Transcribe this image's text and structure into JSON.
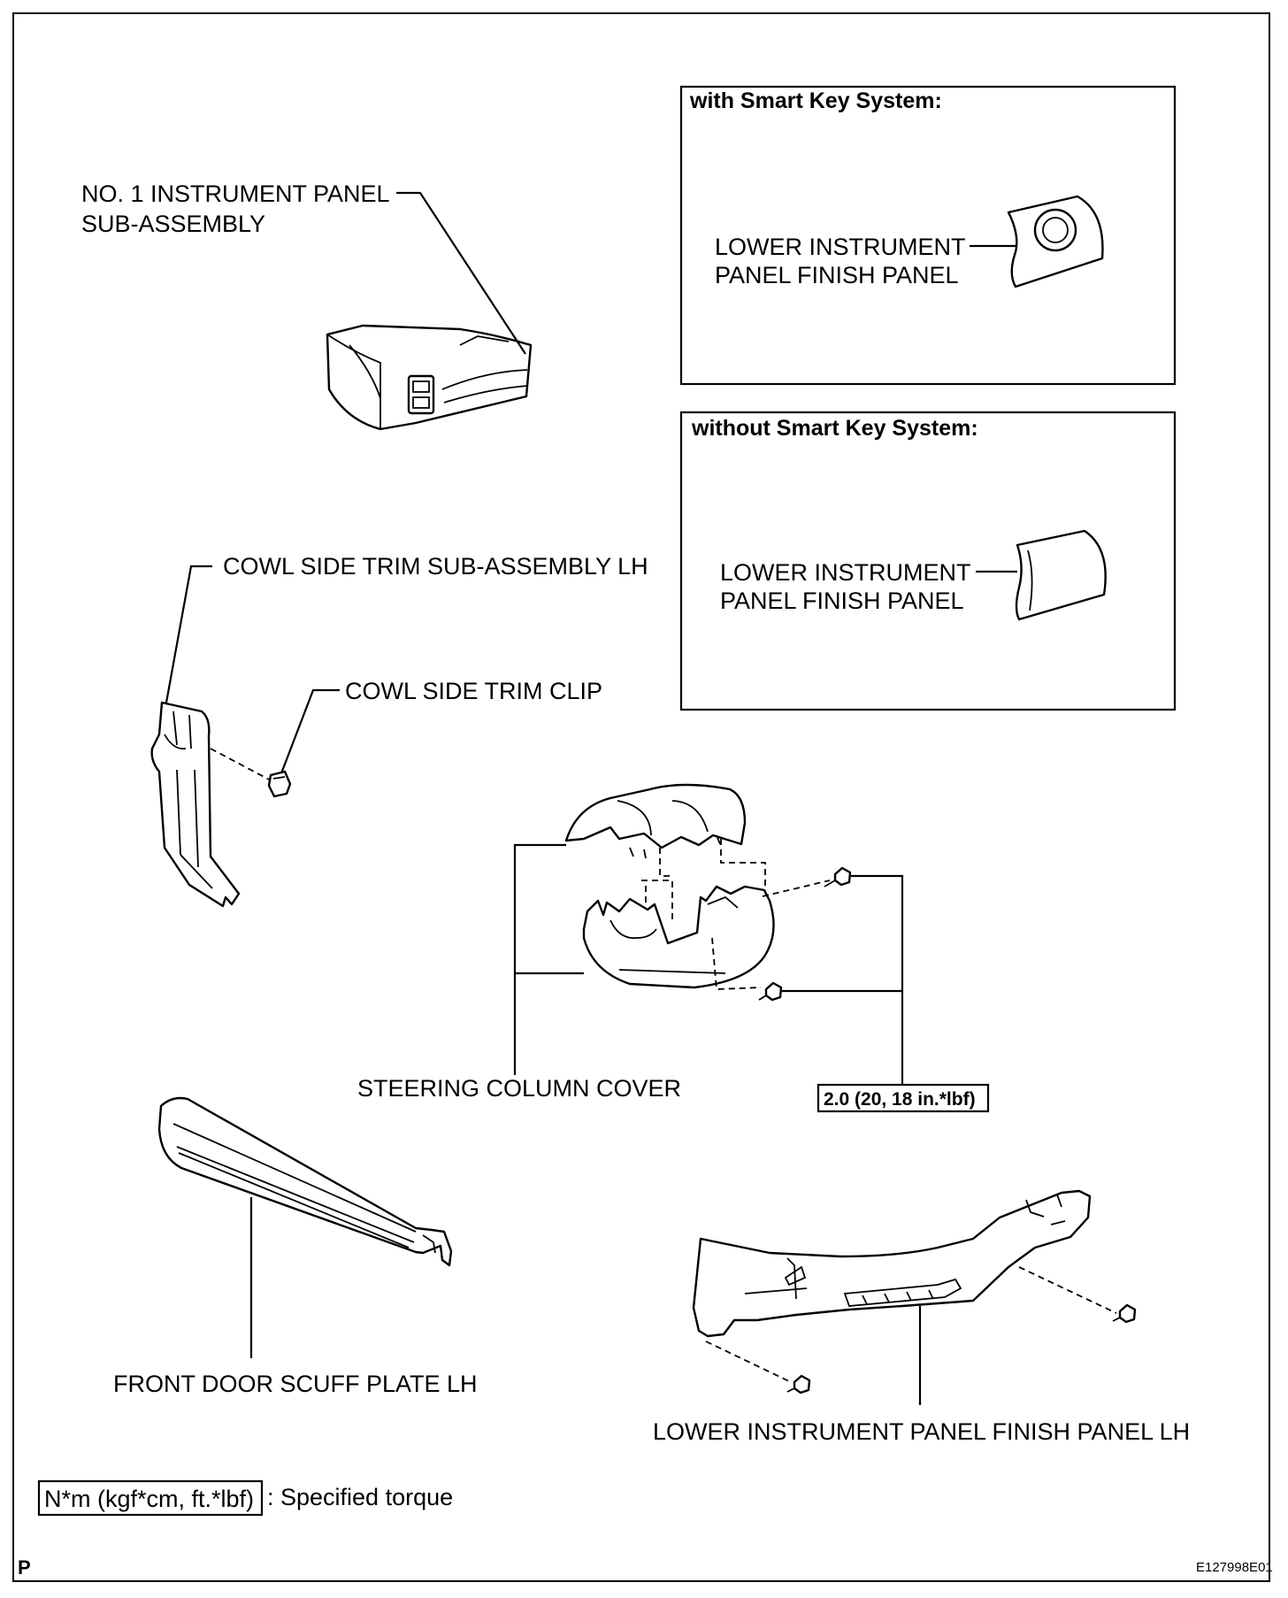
{
  "labels": {
    "no1_panel": [
      "NO. 1 INSTRUMENT PANEL",
      "SUB-ASSEMBLY"
    ],
    "with_smart_key": "with Smart Key System:",
    "without_smart_key": "without Smart Key System:",
    "lower_finish_panel_a": [
      "LOWER INSTRUMENT",
      "PANEL FINISH PANEL"
    ],
    "lower_finish_panel_b": [
      "LOWER INSTRUMENT",
      "PANEL FINISH PANEL"
    ],
    "cowl_side_trim": "COWL SIDE TRIM SUB-ASSEMBLY LH",
    "cowl_side_clip": "COWL SIDE TRIM CLIP",
    "steering_column_cover": "STEERING COLUMN COVER",
    "torque_value": "2.0 (20, 18 in.*lbf)",
    "front_door_scuff": "FRONT DOOR SCUFF PLATE LH",
    "lower_finish_panel_lh": "LOWER INSTRUMENT PANEL FINISH PANEL LH"
  },
  "legend": {
    "unit_box": "N*m (kgf*cm, ft.*lbf)",
    "text": ": Specified torque"
  },
  "footer": {
    "corner_mark": "P",
    "figure_id": "E127998E01"
  },
  "icons": [
    "bolt-icon",
    "clip-icon"
  ]
}
